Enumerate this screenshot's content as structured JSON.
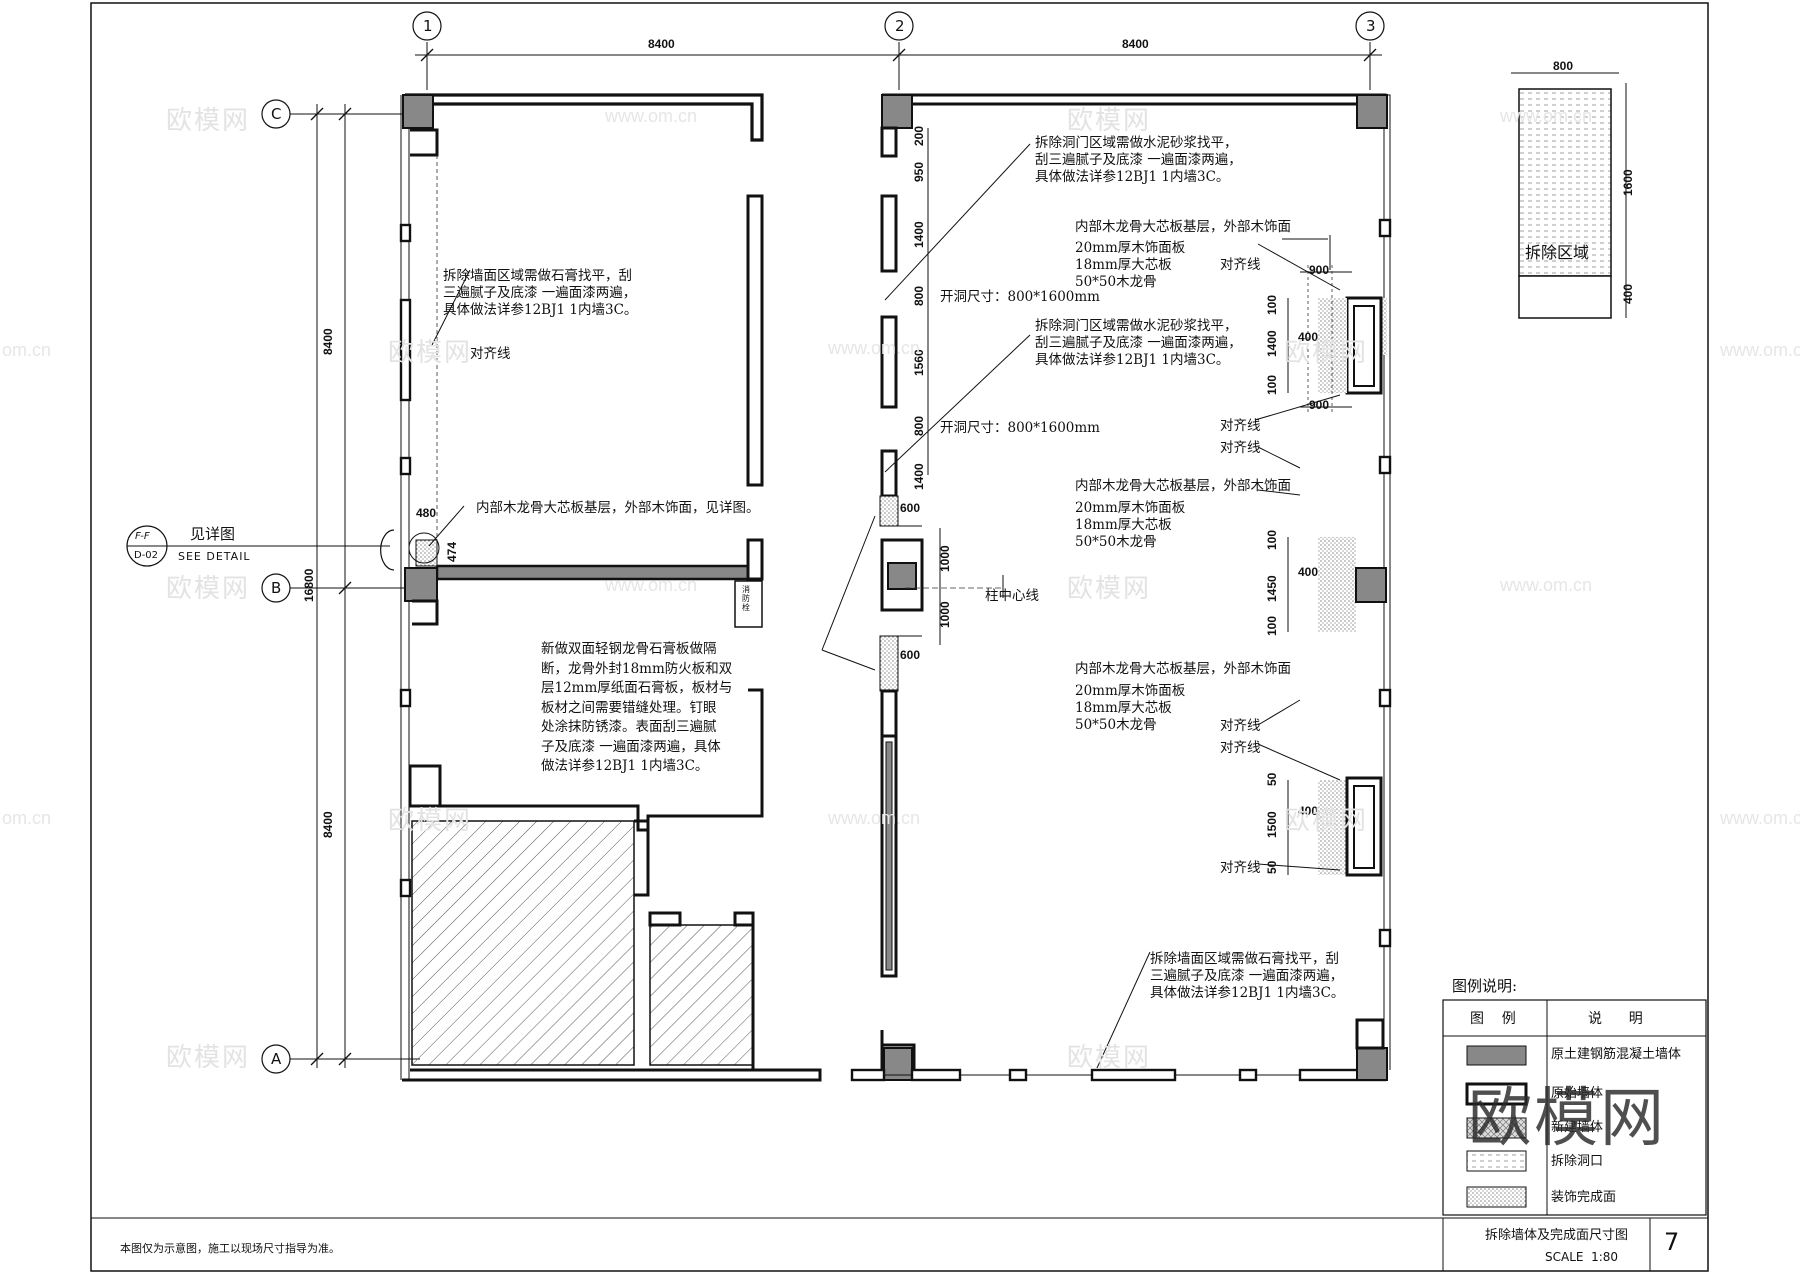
{
  "grid": {
    "columns": [
      "1",
      "2",
      "3"
    ],
    "rows": [
      "C",
      "B",
      "A"
    ]
  },
  "dimensions": {
    "top_span_1": "8400",
    "top_span_2": "8400",
    "left_span_upper": "8400",
    "left_span_total": "16800",
    "left_span_lower": "8400",
    "top_right_width": "800",
    "top_right_height": "1600",
    "top_right_bottom": "400",
    "d_480": "480",
    "d_474": "474",
    "d_200": "200",
    "d_950": "950",
    "d_1400a": "1400",
    "d_800a": "800",
    "d_1560": "1560",
    "d_800b": "800",
    "d_1400b": "1400",
    "d_600a": "600",
    "d_1000a": "1000",
    "d_1000b": "1000",
    "d_600b": "600",
    "d_900a": "900",
    "d_900b": "900",
    "d_100a": "100",
    "d_1400c": "1400",
    "d_100b": "100",
    "d_400a": "400",
    "d_100c": "100",
    "d_1450": "1450",
    "d_100d": "100",
    "d_400b": "400",
    "d_50a": "50",
    "d_1500": "1500",
    "d_50b": "50",
    "d_400c": "400"
  },
  "notes": {
    "wall_demo_left": "拆除墙面区域需做石膏找平，刮\n三遍腻子及底漆 一遍面漆两遍，\n具体做法详参12BJ1 1内墙3C。",
    "align_line": "对齐线",
    "door_demo_1": "拆除洞门区域需做水泥砂浆找平，\n刮三遍腻子及底漆 一遍面漆两遍，\n具体做法详参12BJ1 1内墙3C。",
    "door_demo_2": "拆除洞门区域需做水泥砂浆找平，\n刮三遍腻子及底漆 一遍面漆两遍，\n具体做法详参12BJ1 1内墙3C。",
    "opening_size_1": "开洞尺寸：800*1600mm",
    "opening_size_2": "开洞尺寸：800*1600mm",
    "inner_frame_1": "内部木龙骨大芯板基层，外部木饰面",
    "layers_1": "20mm厚木饰面板\n18mm厚大芯板\n50*50木龙骨",
    "inner_frame_2": "内部木龙骨大芯板基层，外部木饰面",
    "layers_2": "20mm厚木饰面板\n18mm厚大芯板\n50*50木龙骨",
    "inner_frame_3": "内部木龙骨大芯板基层，外部木饰面",
    "layers_3": "20mm厚木饰面板\n18mm厚大芯板\n50*50木龙骨",
    "inner_frame_left": "内部木龙骨大芯板基层，外部木饰面，见详图。",
    "partition": "新做双面轻钢龙骨石膏板做隔\n断，龙骨外封18mm防火板和双\n层12mm厚纸面石膏板，板材与\n板材之间需要错缝处理。钉眼\n处涂抹防锈漆。表面刮三遍腻\n子及底漆 一遍面漆两遍，具体\n做法详参12BJ1 1内墙3C。",
    "column_center": "柱中心线",
    "wall_demo_right": "拆除墙面区域需做石膏找平，刮\n三遍腻子及底漆 一遍面漆两遍，\n具体做法详参12BJ1 1内墙3C。",
    "fire_box": "消\n防\n栓",
    "demo_area": "拆除区域"
  },
  "detail_ref": {
    "label_cn": "见详图",
    "label_en": "SEE DETAIL",
    "code_top": "F-F",
    "code_bottom": "D-02"
  },
  "legend": {
    "title": "图例说明:",
    "col_symbol": "图    例",
    "col_desc": "说      明",
    "items": [
      {
        "desc": "原土建钢筋混凝土墙体"
      },
      {
        "desc": "原始墙体"
      },
      {
        "desc": "新建墙体"
      },
      {
        "desc": "拆除洞口"
      },
      {
        "desc": "装饰完成面"
      }
    ]
  },
  "footer": {
    "disclaimer": "本图仅为示意图，施工以现场尺寸指导为准。",
    "title": "拆除墙体及完成面尺寸图",
    "scale": "SCALE  1:80",
    "page": "7"
  },
  "watermark": {
    "brand": "欧模网",
    "url": "www.om.cn",
    "domain": "om.cn"
  },
  "colors": {
    "concrete": "#888888",
    "line": "#111111",
    "hatch": "#555555",
    "finish": "#999999"
  }
}
